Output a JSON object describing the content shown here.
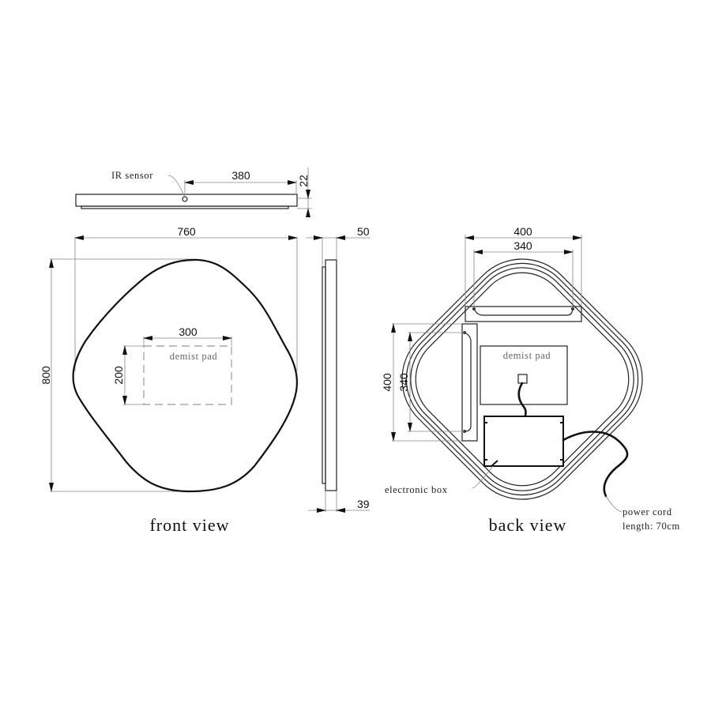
{
  "top_view": {
    "sensor_label": "IR sensor",
    "dim_sensor_offset": "380",
    "dim_depth": "22"
  },
  "front_view": {
    "title": "front view",
    "dim_width": "760",
    "dim_height": "800",
    "demist_pad_label": "demist pad",
    "dim_pad_width": "300",
    "dim_pad_height": "200"
  },
  "side_view": {
    "dim_total_depth": "50",
    "dim_frame_depth": "39"
  },
  "back_view": {
    "title": "back view",
    "dim_bracket_outer_h": "400",
    "dim_bracket_inner_h": "340",
    "dim_bracket_outer_v": "400",
    "dim_bracket_inner_v": "340",
    "demist_pad_label": "demist pad",
    "electronic_box_label": "electronic box",
    "power_cord_label": "power cord",
    "power_cord_length": "length: 70cm"
  },
  "colors": {
    "line": "#111111",
    "dimension_line": "#888888",
    "background": "#ffffff"
  }
}
